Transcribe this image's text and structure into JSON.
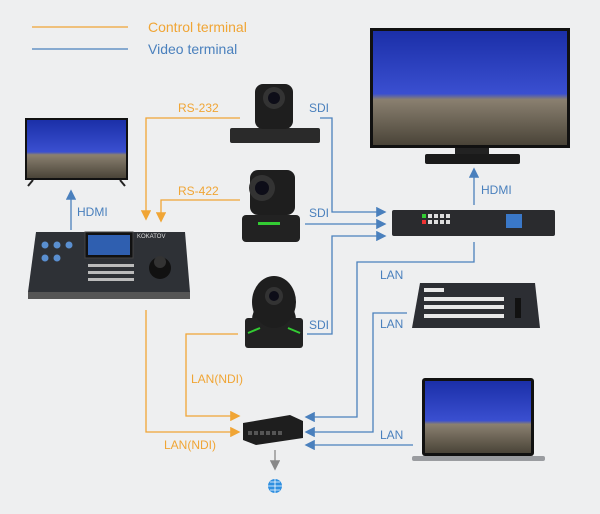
{
  "legend": {
    "control": "Control terminal",
    "video": "Video terminal"
  },
  "labels": {
    "rs232": "RS-232",
    "rs422": "RS-422",
    "sdi1": "SDI",
    "sdi2": "SDI",
    "sdi3": "SDI",
    "hdmi_left": "HDMI",
    "hdmi_right": "HDMI",
    "lan1": "LAN",
    "lan2": "LAN",
    "lan3": "LAN",
    "ndi1": "LAN(NDI)",
    "ndi2": "LAN(NDI)",
    "controller_brand": "KOKATOV"
  },
  "colors": {
    "control": "#f0a535",
    "video": "#4a80bd",
    "background": "#eeeff0"
  }
}
